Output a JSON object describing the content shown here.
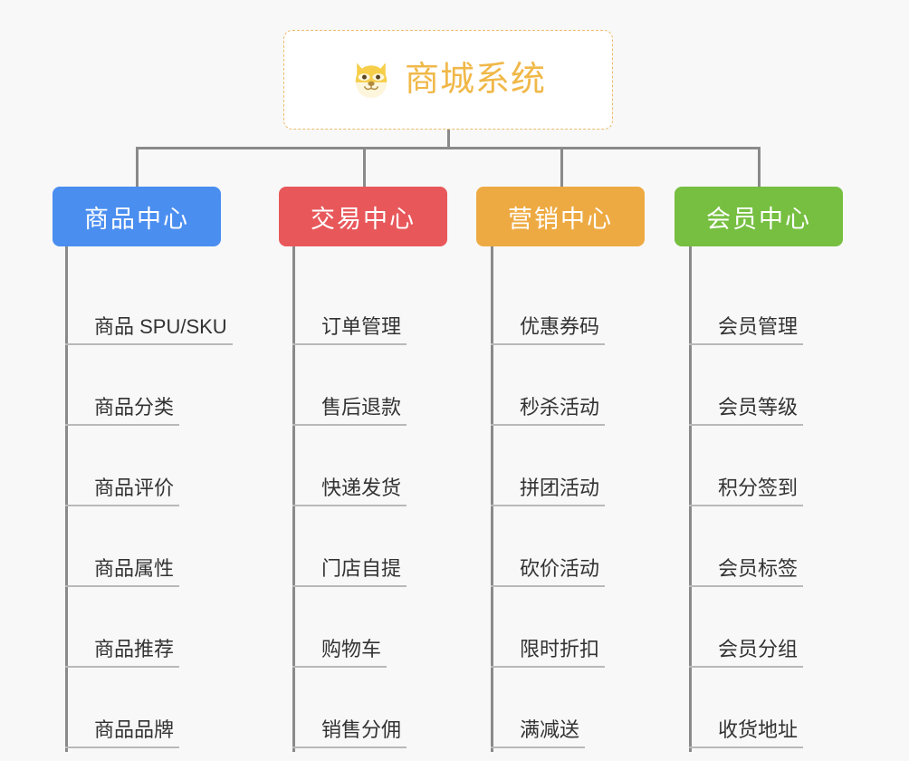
{
  "diagram": {
    "type": "org-chart",
    "background_color": "#f8f8f8",
    "connector_color": "#8a8a8a",
    "leaf_underline_color": "#b9b9b9",
    "leaf_text_color": "#333333"
  },
  "root": {
    "title": "商城系统",
    "icon": "shiba-dog-face-icon",
    "text_color": "#f0b849",
    "border_color": "#edbc6c",
    "background_color": "#ffffff"
  },
  "columns": [
    {
      "header": "商品中心",
      "color": "#4a8ef0",
      "items": [
        "商品 SPU/SKU",
        "商品分类",
        "商品评价",
        "商品属性",
        "商品推荐",
        "商品品牌"
      ]
    },
    {
      "header": "交易中心",
      "color": "#e8585b",
      "items": [
        "订单管理",
        "售后退款",
        "快递发货",
        "门店自提",
        "购物车",
        "销售分佣"
      ]
    },
    {
      "header": "营销中心",
      "color": "#eeaa42",
      "items": [
        "优惠券码",
        "秒杀活动",
        "拼团活动",
        "砍价活动",
        "限时折扣",
        "满减送"
      ]
    },
    {
      "header": "会员中心",
      "color": "#76bf41",
      "items": [
        "会员管理",
        "会员等级",
        "积分签到",
        "会员标签",
        "会员分组",
        "收货地址"
      ]
    }
  ]
}
